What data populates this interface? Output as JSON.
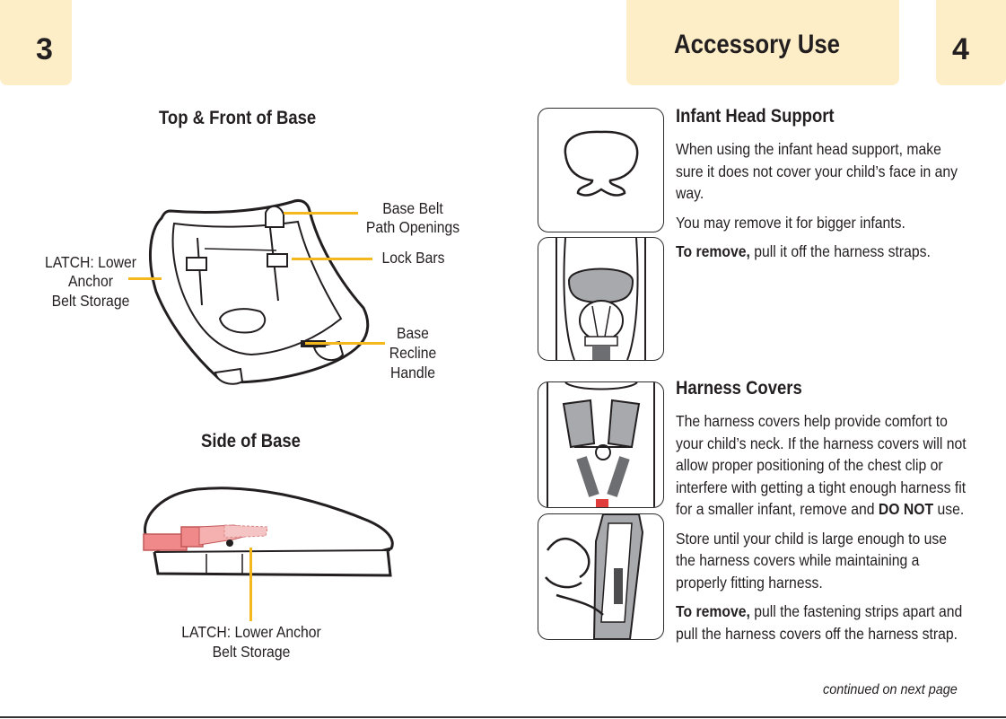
{
  "left_page": {
    "page_number": "3",
    "top_front": {
      "heading": "Top & Front of Base",
      "labels": {
        "belt_path": [
          "Base Belt",
          "Path Openings"
        ],
        "lock_bars": "Lock Bars",
        "latch": [
          "LATCH: Lower",
          "Anchor",
          "Belt Storage"
        ],
        "recline": [
          "Base",
          "Recline",
          "Handle"
        ]
      }
    },
    "side": {
      "heading": "Side of Base",
      "labels": {
        "latch": [
          "LATCH: Lower Anchor",
          "Belt Storage"
        ]
      }
    }
  },
  "right_page": {
    "page_number": "4",
    "header_title": "Accessory Use",
    "head_support": {
      "heading": "Infant Head Support",
      "p1": "When using the infant head support, make sure it does not cover your child’s face in any way.",
      "p2": "You may remove it for bigger infants.",
      "p3_bold": "To remove,",
      "p3_rest": " pull it off the harness straps."
    },
    "harness_covers": {
      "heading": "Harness Covers",
      "p1_text": "The harness covers help provide comfort to your child’s neck. If the harness covers will not allow proper positioning of the chest clip or interfere with getting a tight enough harness fit for a smaller infant, remove and ",
      "p1_bold": "DO NOT",
      "p1_end": " use.",
      "p2": "Store until your child is large enough to use the harness covers while maintaining a properly fitting harness.",
      "p3_bold": "To remove,",
      "p3_rest": " pull the fastening strips apart and pull the harness covers off the harness strap."
    },
    "continued": "continued on next page"
  },
  "colors": {
    "tab": "#fdeec7",
    "leader": "#f5b81c",
    "highlight": "#f08a8a",
    "pad": "#a7a9ac"
  }
}
